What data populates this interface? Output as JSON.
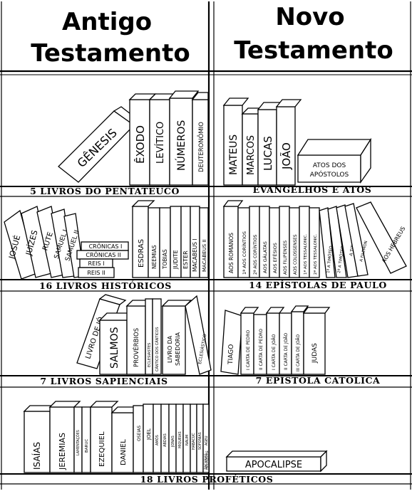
{
  "titles": {
    "ot_line1": "Antigo",
    "ot_line2": "Testamento",
    "nt_line1": "Novo",
    "nt_line2": "Testamento"
  },
  "shelf_labels": {
    "pentateuco": "5 LIVROS DO PENTATEUCO",
    "evangelhos": "EVANGELHOS E ATOS",
    "historicos": "16 LIVROS HISTÓRICOS",
    "paulo": "14 EPÍSTOLAS DE PAULO",
    "sapienciais": "7 LIVROS SAPIENCIAIS",
    "catolica": "7 EPÍSTOLA CATÓLICA",
    "profeticos": "18 LIVROS PROFÉTICOS"
  },
  "books": {
    "genesis": "GÊNESIS",
    "exodo": "ÊXODO",
    "levitico": "LEVÍTICO",
    "numeros": "NÚMEROS",
    "deuteronomio": "DEUTERONÔMIO",
    "mateus": "MATEUS",
    "marcos": "MARCOS",
    "lucas": "LUCAS",
    "joao": "JOÃO",
    "atos_1": "ATOS DOS",
    "atos_2": "APÓSTOLOS",
    "josue": "JOSUÉ",
    "juizes": "JUÍZES",
    "rute": "RUTE",
    "samuel1": "SAMUEL I",
    "samuel2": "SAMUEL II",
    "cronicas1": "CRÔNICAS I",
    "cronicas2": "CRÔNICAS II",
    "reis1": "REIS I",
    "reis2": "REIS II",
    "esdras": "ESDRAS",
    "neemias": "NEEMIAS",
    "tobias": "TOBIAS",
    "judite": "JUDITE",
    "ester": "ESTER",
    "macabeus1": "MACABEUS I",
    "macabeus2": "MACABEUS II",
    "romanos": "AOS ROMANOS",
    "corintios1": "1ª AOS CORÍNTIOS",
    "corintios2": "2ª AOS CORÍNTIOS",
    "galatas": "AOS GÁLATAS",
    "efesios": "AOS EFÉSIOS",
    "filipenses": "AOS FILIPENSES",
    "colossenses": "AOS COLOSSENSES",
    "tessal1": "1ª AOS TESSALONIC.",
    "tessal2": "2ª AOS TESSALONIC.",
    "timoteo1": "1ª A TIMÓTEO",
    "timoteo2": "2ª A TIMÓTEO",
    "tito": "A TITO",
    "filemon": "A FILEMON",
    "hebreus": "AOS HEBREUS",
    "jo": "LIVRO DE JÓ",
    "salmos": "SALMOS",
    "proverbios": "PROVÉRBIOS",
    "eclesiastes": "ECLESIASTES",
    "cantico": "CÂNTICO DOS CÂNTICOS",
    "sabedoria_1": "LIVRO DA",
    "sabedoria_2": "SABEDORIA",
    "eclesiastico": "ECLESIÁSTICO",
    "tiago": "TIAGO",
    "pedro1": "I CARTA DE PEDRO",
    "pedro2": "II CARTA DE PEDRO",
    "joao1": "I CARTA DE JOÃO",
    "joao2": "II CARTA DE JOÃO",
    "joao3": "III CARTA DE JOÃO",
    "judas": "JUDAS",
    "isaias": "ISAÍAS",
    "jeremias": "JEREMIAS",
    "lamentacoes": "LAMENTAÇÕES",
    "baruc": "BARUC",
    "ezequiel": "EZEQUIEL",
    "daniel": "DANIEL",
    "oseias": "OSEIAS",
    "joel": "JOEL",
    "amos": "AMÓS",
    "abdias": "ABDIAS",
    "jonas": "JONAS",
    "miqueias": "MIQUEIAS",
    "naum": "NAUM",
    "habacuc": "HABACUC",
    "sofonias": "SOFONIAS",
    "ageu": "AGEU",
    "zacarias": "ZACARIAS",
    "malaquias": "MALAQUIAS",
    "apocalipse": "APOCALIPSE"
  }
}
